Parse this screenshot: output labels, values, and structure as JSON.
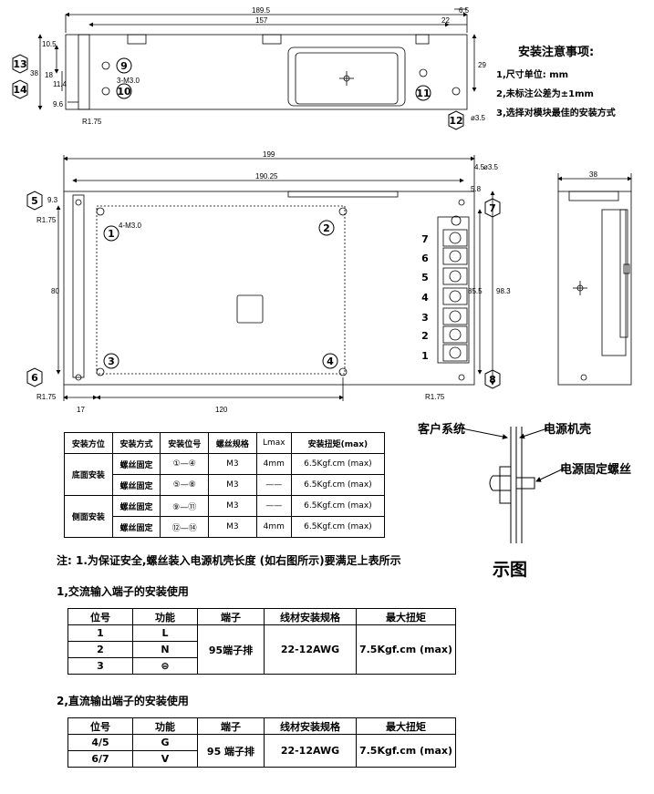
{
  "side_view_top": {
    "dims": {
      "w1": "189.5",
      "w2": "157",
      "w3": "22",
      "w4": "6.5",
      "h1": "10.5",
      "h2": "38",
      "h3": "18",
      "h4": "11.4",
      "h5": "9.6",
      "h6": "29",
      "r": "R1.75",
      "hole": "3-M3.0",
      "dia": "ø3.5"
    },
    "markers": [
      "13",
      "14",
      "9",
      "10",
      "11",
      "12"
    ]
  },
  "notes": {
    "title": "安装注意事项:",
    "items": [
      "1,尺寸单位: mm",
      "2,未标注公差为±1mm",
      "3,选择对模块最佳的安装方式"
    ]
  },
  "main_view": {
    "dims": {
      "w1": "199",
      "w2": "190.25",
      "w3": "4.5",
      "w4": "5.8",
      "dia": "ø3.5",
      "h1": "9.3",
      "r1": "R1.75",
      "hole": "4-M3.0",
      "h2": "80",
      "h3": "85.5",
      "h4": "98.3",
      "r2": "R1.75",
      "r3": "R1.75",
      "b1": "17",
      "b2": "120"
    },
    "markers": [
      "5",
      "1",
      "2",
      "7",
      "3",
      "4",
      "6",
      "8"
    ],
    "terminals": [
      "7",
      "6",
      "5",
      "4",
      "3",
      "2",
      "1"
    ]
  },
  "right_view": {
    "dims": {
      "w": "38"
    }
  },
  "install_table": {
    "headers": [
      "安装方位",
      "安装方式",
      "安装位号",
      "螺丝规格",
      "Lmax",
      "安装扭矩(max)"
    ],
    "rows": [
      {
        "dir": "底面安装",
        "method": "螺丝固定",
        "pos": "①—④",
        "spec": "M3",
        "lmax": "4mm",
        "torque": "6.5Kgf.cm (max)"
      },
      {
        "dir": "",
        "method": "螺丝固定",
        "pos": "⑤—⑧",
        "spec": "M3",
        "lmax": "——",
        "torque": "6.5Kgf.cm (max)"
      },
      {
        "dir": "侧面安装",
        "method": "螺丝固定",
        "pos": "⑨—⑪",
        "spec": "M3",
        "lmax": "——",
        "torque": "6.5Kgf.cm (max)"
      },
      {
        "dir": "",
        "method": "螺丝固定",
        "pos": "⑫—⑭",
        "spec": "M3",
        "lmax": "4mm",
        "torque": "6.5Kgf.cm (max)"
      }
    ]
  },
  "illustration": {
    "customer": "客户系统",
    "case": "电源机壳",
    "screw": "电源固定螺丝",
    "caption": "示图"
  },
  "note_line": "注: 1.为保证安全,螺丝装入电源机壳长度 (如右图所示)要满足上表所示",
  "ac_section": {
    "title": "1,交流输入端子的安装使用",
    "headers": [
      "位号",
      "功能",
      "端子",
      "线材安装规格",
      "最大扭矩"
    ],
    "rows": [
      {
        "pos": "1",
        "func": "L"
      },
      {
        "pos": "2",
        "func": "N"
      },
      {
        "pos": "3",
        "func": "⊜"
      }
    ],
    "terminal": "95端子排",
    "wire": "22-12AWG",
    "torque": "7.5Kgf.cm (max)"
  },
  "dc_section": {
    "title": "2,直流输出端子的安装使用",
    "headers": [
      "位号",
      "功能",
      "端子",
      "线材安装规格",
      "最大扭矩"
    ],
    "rows": [
      {
        "pos": "4/5",
        "func": "G"
      },
      {
        "pos": "6/7",
        "func": "V"
      }
    ],
    "terminal": "95 端子排",
    "wire": "22-12AWG",
    "torque": "7.5Kgf.cm (max)"
  }
}
